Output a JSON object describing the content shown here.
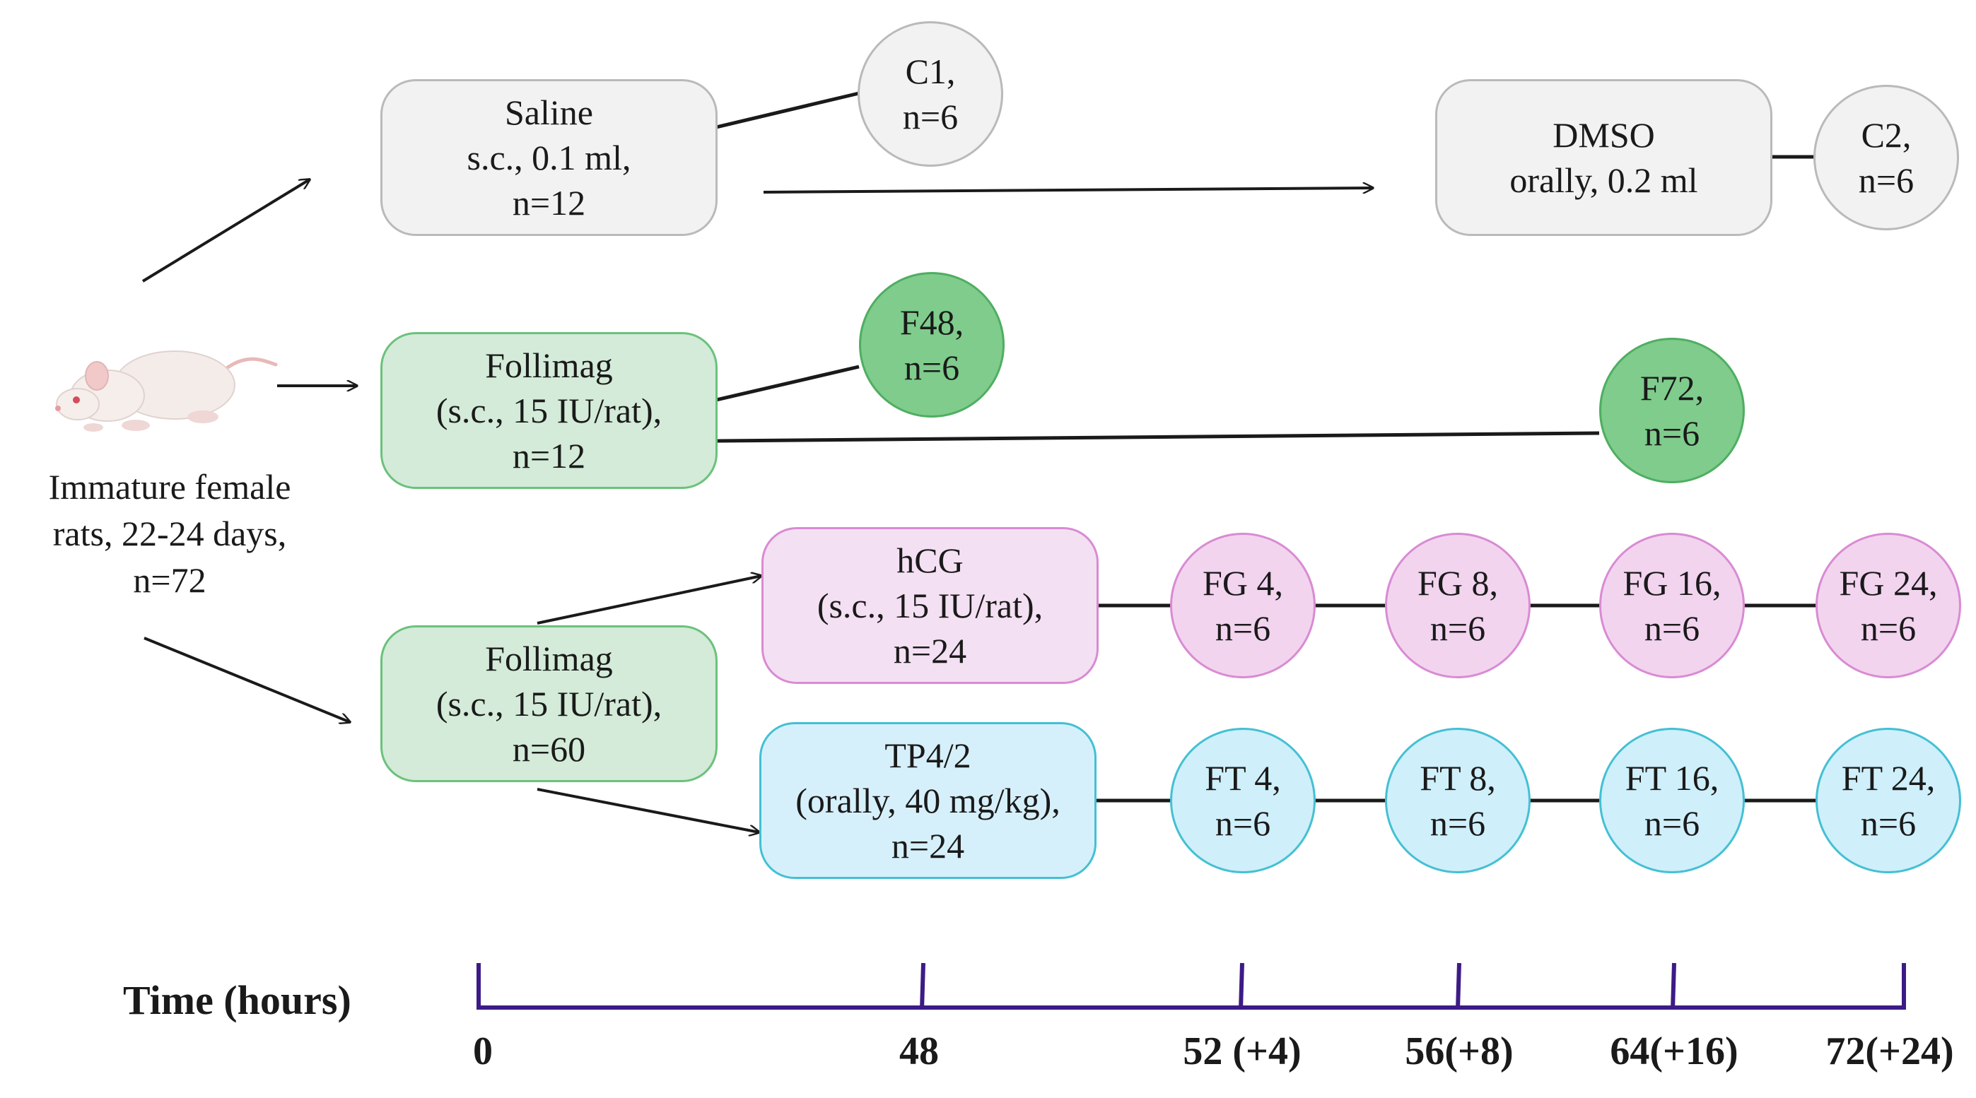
{
  "subjects": {
    "line1": "Immature female",
    "line2": "rats, 22-24 days,",
    "line3": "n=72"
  },
  "nodes": {
    "saline": [
      "Saline",
      "s.c., 0.1 ml,",
      "n=12"
    ],
    "dmso": [
      "DMSO",
      "orally, 0.2 ml"
    ],
    "follimag1": [
      "Follimag",
      "(s.c., 15 IU/rat),",
      "n=12"
    ],
    "follimag2": [
      "Follimag",
      "(s.c., 15 IU/rat),",
      "n=60"
    ],
    "hcg": [
      "hCG",
      "(s.c., 15 IU/rat),",
      "n=24"
    ],
    "tp": [
      "TP4/2",
      "(orally, 40 mg/kg),",
      "n=24"
    ]
  },
  "groups": {
    "c1": [
      "C1,",
      "n=6"
    ],
    "c2": [
      "C2,",
      "n=6"
    ],
    "f48": [
      "F48,",
      "n=6"
    ],
    "f72": [
      "F72,",
      "n=6"
    ],
    "fg4": [
      "FG 4,",
      "n=6"
    ],
    "fg8": [
      "FG 8,",
      "n=6"
    ],
    "fg16": [
      "FG 16,",
      "n=6"
    ],
    "fg24": [
      "FG 24,",
      "n=6"
    ],
    "ft4": [
      "FT 4,",
      "n=6"
    ],
    "ft8": [
      "FT 8,",
      "n=6"
    ],
    "ft16": [
      "FT 16,",
      "n=6"
    ],
    "ft24": [
      "FT 24,",
      "n=6"
    ]
  },
  "timeline": {
    "title": "Time (hours)",
    "ticks": [
      "0",
      "48",
      "52 (+4)",
      "56(+8)",
      "64(+16)",
      "72(+24)"
    ],
    "axis_color": "#3d1b86"
  },
  "colors": {
    "grey": "#f1f2f1",
    "green": "#d3ebd8",
    "green_circle": "#7fcc8c",
    "pink": "#f4e0f3",
    "blue": "#d6f0fb"
  }
}
